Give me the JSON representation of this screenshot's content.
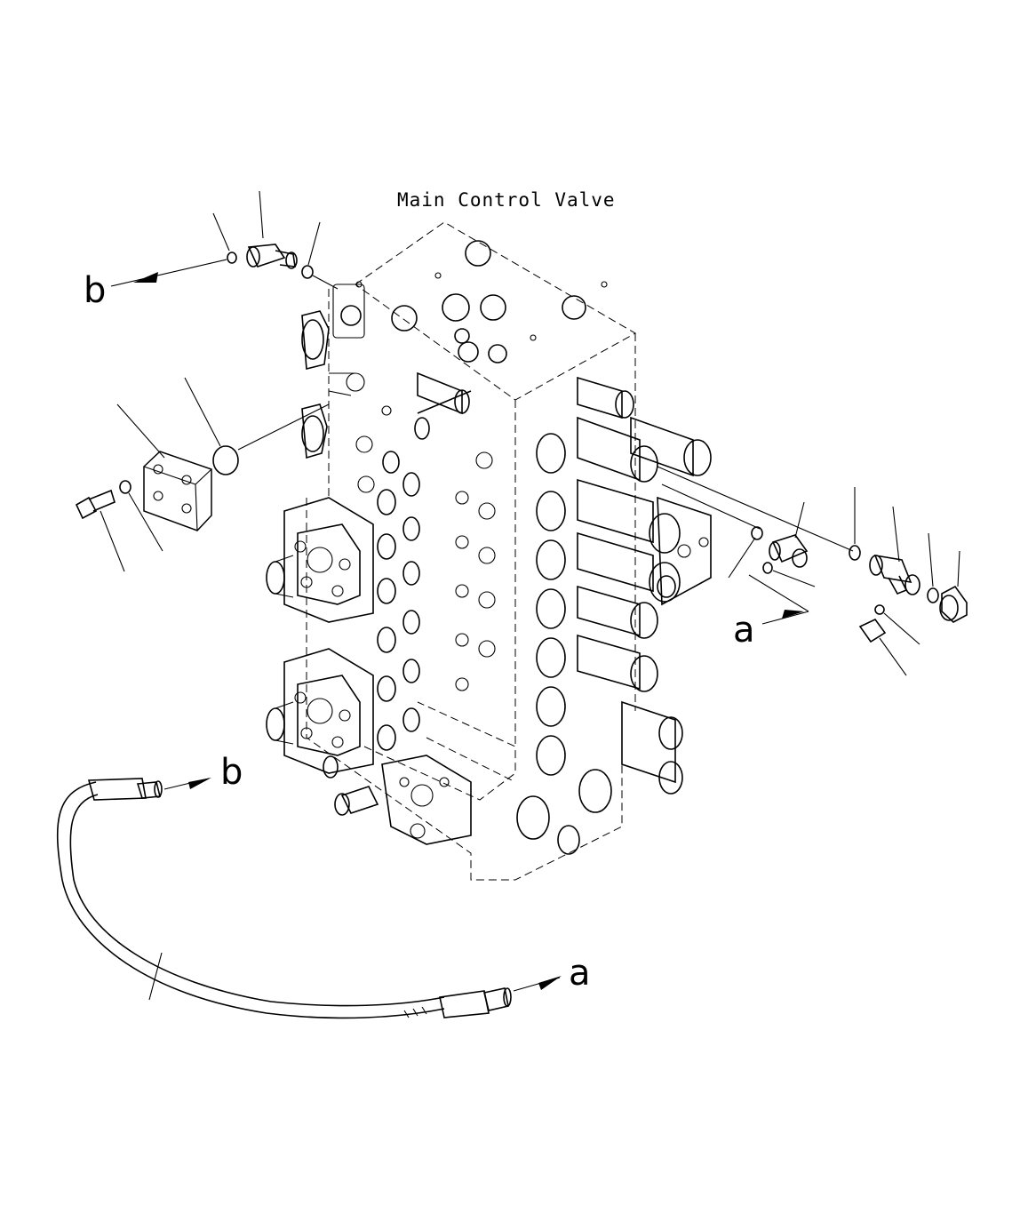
{
  "diagram": {
    "title": "Main Control Valve",
    "connection_labels": {
      "b_upper": "b",
      "a_right": "a",
      "b_hose": "b",
      "a_hose": "a"
    }
  },
  "colors": {
    "line": "#000000",
    "background": "#ffffff"
  }
}
